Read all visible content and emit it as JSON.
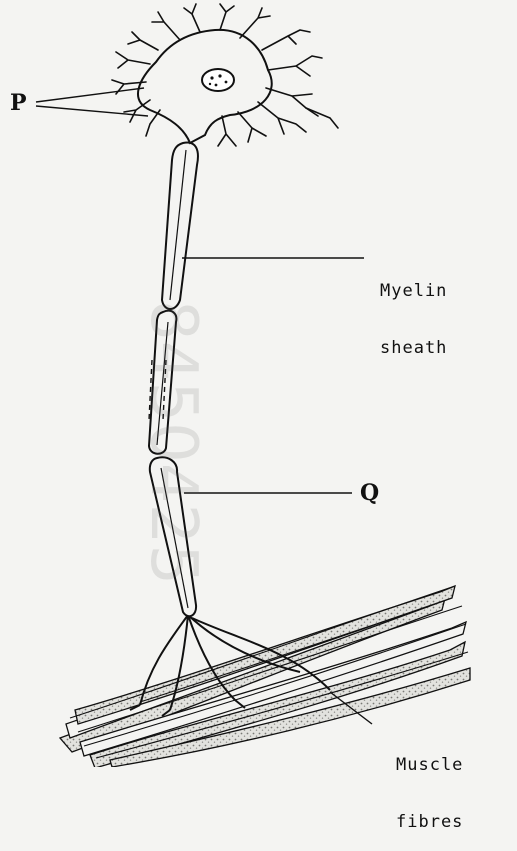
{
  "labels": {
    "p": "P",
    "myelin_line1": "Myelin",
    "myelin_line2": "sheath",
    "q": "Q",
    "muscle_line1": "Muscle",
    "muscle_line2": "fibres"
  },
  "watermark": "8450425",
  "colors": {
    "ink": "#111111",
    "paper": "#f4f4f2",
    "muscle_shade": "#bdbdb8"
  }
}
